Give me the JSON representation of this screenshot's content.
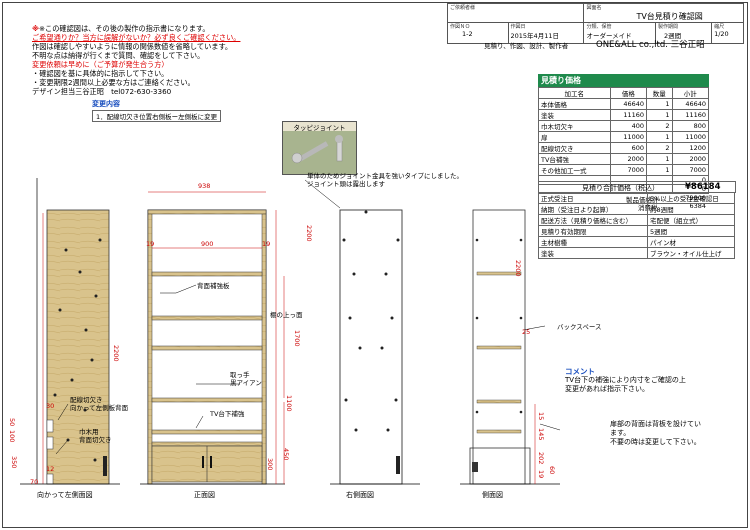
{
  "notes": {
    "line1": "※この確認図は、その後の製作の指示書になります。",
    "line2": "ご希望通りか？当方に誤解がないか？必ず良くご確認ください。",
    "line3": "作図は確認しやすいように情報の関係数値を省略しています。",
    "line4": "不明な点は納得が行くまで質問、確認をして下さい。",
    "line5": "変更依頼は早めに（ご予算が発生合う方）",
    "line6": "・確認図を基に具体的に指示して下さい。",
    "line7": "・変更期限2週間以上必要な方はご連絡ください。",
    "line8": "デザイン担当三谷正昭　tel072-630-3360"
  },
  "change": {
    "title": "変更内容",
    "item": "1．配線切欠き位置右側板ー左側板に変更"
  },
  "header": {
    "client_label": "ご依頼者様",
    "drawing_name_label": "図面名",
    "drawing_name": "TV台見積り確認図",
    "drawing_no_label": "作図ＮＯ",
    "drawing_no": "1-2",
    "date_label": "作図日",
    "date": "2015年4月11日",
    "category_label": "分類、保管",
    "category": "オーダーメイド",
    "period_label": "製作期間",
    "period": "2週間",
    "scale_label": "縮尺",
    "scale": "1/20",
    "role": "見積り、作図、設計、製作者",
    "company": "ONE&ALL co.,ltd. 三谷正昭"
  },
  "price": {
    "title": "見積り価格",
    "columns": [
      "加工名",
      "価格",
      "数量",
      "小計"
    ],
    "rows": [
      [
        "本体価格",
        "46640",
        "1",
        "46640"
      ],
      [
        "塗装",
        "11160",
        "1",
        "11160"
      ],
      [
        "巾木切欠キ",
        "400",
        "2",
        "800"
      ],
      [
        "扉",
        "11000",
        "1",
        "11000"
      ],
      [
        "配線切欠き",
        "600",
        "2",
        "1200"
      ],
      [
        "TV台補強",
        "2000",
        "1",
        "2000"
      ],
      [
        "その他加工一式",
        "7000",
        "1",
        "7000"
      ],
      [
        "",
        "",
        "",
        "0"
      ],
      [
        "",
        "",
        "",
        "0"
      ]
    ],
    "subtotal_label": "製品価格計",
    "subtotal": "79800",
    "tax_label": "消費税",
    "tax": "6384",
    "total_label": "見積り合計価格（税込）",
    "total": "¥86184"
  },
  "spec": [
    [
      "正式受注日",
      "5%以上の受注金確認日"
    ],
    [
      "納期（受注日より起算）",
      "約8週間"
    ],
    [
      "配送方法（見積り価格に含む）",
      "宅配便（組立式）"
    ],
    [
      "見積り有効期限",
      "5週間"
    ],
    [
      "主材樹種",
      "パイン材"
    ],
    [
      "塗装",
      "ブラウン・オイル仕上げ"
    ]
  ],
  "comment": {
    "title": "コメント",
    "text1": "TV台下の補強により内寸をご確認の上",
    "text2": "変更があれば指示下さい。"
  },
  "drawing": {
    "tappy_label": "タッピジョイント",
    "joint_note1": "単体のためジョイント金具を強いタイプにしました。",
    "joint_note2": "ジョイント頭は露出します",
    "back_brace": "背面補強板",
    "shelf_top": "棚の上っ面",
    "handle1": "取っ手",
    "handle2": "黒アイアン",
    "tv_brace": "TV台下補強",
    "wiring1": "配線切欠き",
    "wiring2": "向かって左側板背面",
    "baseboard1": "巾木用",
    "baseboard2": "背面切欠き",
    "back_space": "バックスペース",
    "door_back1": "扉部の背面は背板を設けてい",
    "door_back2": "ます。",
    "door_back3": "不要の時は変更して下さい。",
    "view_left": "向かって左側面図",
    "view_front": "正面図",
    "view_right": "右側面図",
    "view_side": "側面図",
    "dim_938": "938",
    "dim_900": "900",
    "dim_19a": "19",
    "dim_19b": "19",
    "dim_2200a": "2200",
    "dim_2200b": "2200",
    "dim_2200c": "2200",
    "dim_1700": "1700",
    "dim_1100": "1100",
    "dim_450": "450",
    "dim_300": "300",
    "dim_30": "30",
    "dim_50": "50",
    "dim_100": "100",
    "dim_350": "350",
    "dim_12": "12",
    "dim_70": "70",
    "dim_25": "25",
    "dim_15": "15",
    "dim_145": "145",
    "dim_202": "202",
    "dim_19c": "19",
    "dim_60": "60"
  },
  "colors": {
    "wood": "#d9c38c",
    "wood_dark": "#c8ad6e",
    "accent_green": "#1f8a4c",
    "red_note": "#dd0000",
    "blue_note": "#1a4fbf"
  }
}
